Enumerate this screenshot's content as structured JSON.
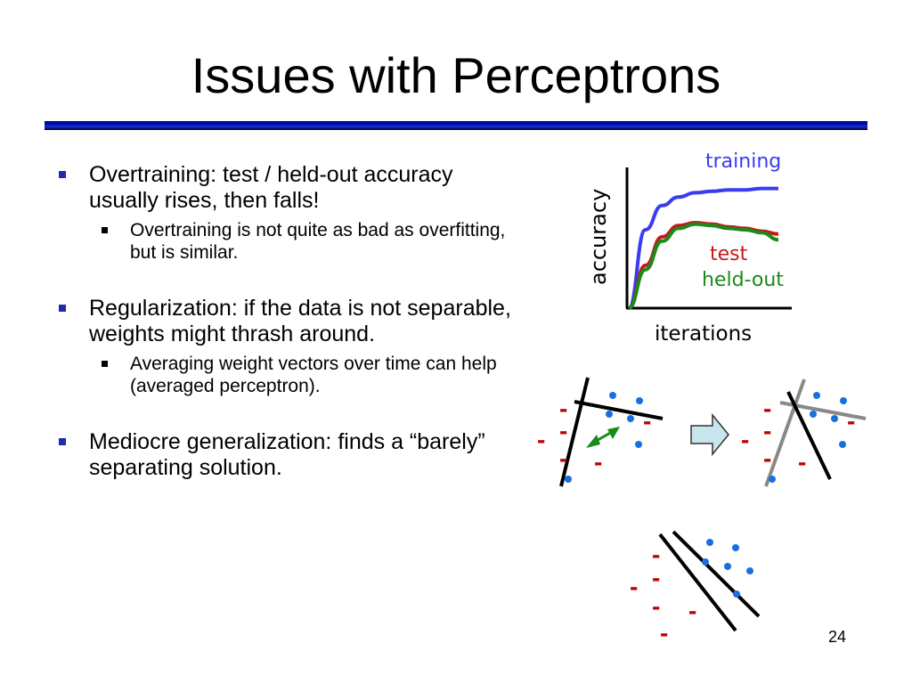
{
  "slide": {
    "title": "Issues with Perceptrons",
    "page_number": "24"
  },
  "bullets": [
    {
      "text": "Overtraining: test / held-out accuracy usually rises, then falls!",
      "sub": "Overtraining is not quite as bad as overfitting, but is similar."
    },
    {
      "text": "Regularization: if the data is not separable, weights might thrash around.",
      "sub": "Averaging weight vectors over time can help (averaged perceptron)."
    },
    {
      "text": "Mediocre generalization: finds a “barely” separating solution.",
      "sub": ""
    }
  ],
  "chart_data": {
    "type": "line",
    "xlabel": "iterations",
    "ylabel": "accuracy",
    "series": [
      {
        "name": "training",
        "color": "#3b3bf0",
        "values": [
          0.0,
          0.55,
          0.72,
          0.78,
          0.81,
          0.82,
          0.83,
          0.83,
          0.84,
          0.84
        ]
      },
      {
        "name": "test",
        "color": "#c41a1a",
        "values": [
          0.0,
          0.3,
          0.5,
          0.58,
          0.6,
          0.59,
          0.57,
          0.56,
          0.54,
          0.52
        ]
      },
      {
        "name": "held-out",
        "color": "#1a8a1a",
        "values": [
          0.0,
          0.27,
          0.47,
          0.56,
          0.59,
          0.58,
          0.56,
          0.55,
          0.53,
          0.48
        ]
      }
    ],
    "ylim": [
      0,
      1
    ],
    "grid": false
  },
  "diagrams": {
    "minus_color": "#c00000",
    "dot_color": "#1a6fe0",
    "line_color": "#000000",
    "alt_line_color": "#888888",
    "arrow_color": "#1a8a1a",
    "next_arrow_fill": "#c8e4ec",
    "minus_symbol": "-"
  }
}
